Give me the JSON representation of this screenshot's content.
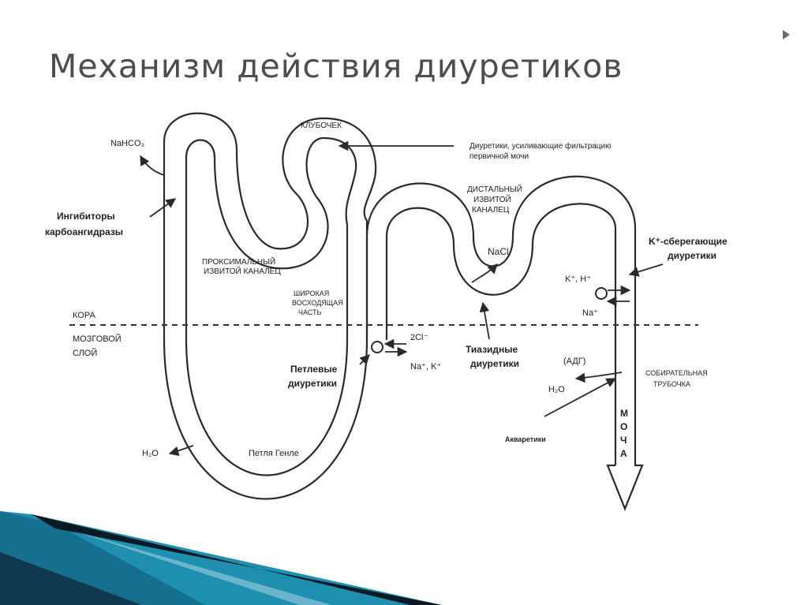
{
  "title": "Механизм действия диуретиков",
  "labels": {
    "glomerulus": "КЛУБОЧЕК",
    "filtration_diuretics_1": "Диуретики, усиливающие фильтрацию",
    "filtration_diuretics_2": "первичной мочи",
    "nahco3": "NaHCO₃",
    "carbonic_inhibitors_1": "Ингибиторы",
    "carbonic_inhibitors_2": "карбоангидразы",
    "proximal_1": "ПРОКСИМАЛЬНЫЙ",
    "proximal_2": "ИЗВИТОЙ КАНАЛЕЦ",
    "distal_1": "ДИСТАЛЬНЫЙ",
    "distal_2": "ИЗВИТОЙ",
    "distal_3": "КАНАЛЕЦ",
    "nacl": "NaCl",
    "k_sparing_1": "K⁺-сберегающие",
    "k_sparing_2": "диуретики",
    "kh": "K⁺, H⁺",
    "na_plus": "Na⁺",
    "ascending_1": "ШИРОКАЯ",
    "ascending_2": "ВОСХОДЯЩАЯ",
    "ascending_3": "ЧАСТЬ",
    "cortex": "КОРА",
    "medulla_1": "МОЗГОВОЙ",
    "medulla_2": "СЛОЙ",
    "two_cl": "2Cl⁻",
    "na_k": "Na⁺, K⁺",
    "thiazide_1": "Тиазидные",
    "thiazide_2": "диуретики",
    "loop_1": "Петлевые",
    "loop_2": "диуретики",
    "adh": "(АДГ)",
    "h2o_right": "H₂O",
    "collecting_1": "СОБИРАТЕЛЬНАЯ",
    "collecting_2": "ТРУБОЧКА",
    "aquaretics": "Акваретики",
    "h2o_left": "H₂O",
    "henle_loop": "Петля Генле",
    "urine_1": "М",
    "urine_2": "О",
    "urine_3": "Ч",
    "urine_4": "А"
  },
  "colors": {
    "title": "#4d4d4d",
    "line": "#2a2a2a",
    "accent_teal": "#1f8fb0",
    "accent_dark": "#0f2f44"
  }
}
